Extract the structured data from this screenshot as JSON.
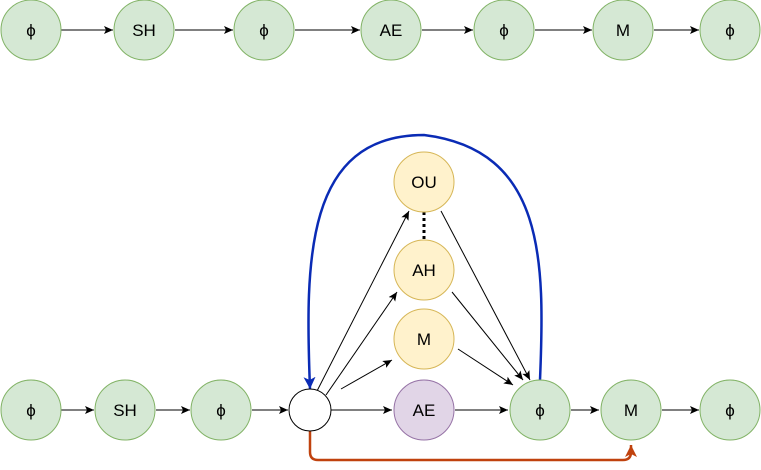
{
  "colors": {
    "green_fill": "#d5e8d4",
    "green_stroke": "#82b366",
    "yellow_fill": "#fff2cc",
    "yellow_stroke": "#d6b656",
    "purple_fill": "#e1d5e7",
    "purple_stroke": "#9673a6",
    "blank_fill": "#ffffff",
    "blank_stroke": "#000000",
    "edge": "#000000",
    "loop_edge": "#0a2bb5",
    "skip_edge": "#c0420e"
  },
  "top_chain": {
    "labels": [
      "ϕ",
      "SH",
      "ϕ",
      "AE",
      "ϕ",
      "M",
      "ϕ"
    ],
    "styles": [
      "green",
      "green",
      "green",
      "green",
      "green",
      "green",
      "green"
    ]
  },
  "bottom_graph": {
    "chain_labels": [
      "ϕ",
      "SH",
      "ϕ",
      "",
      "AE",
      "ϕ",
      "M",
      "ϕ"
    ],
    "chain_styles": [
      "green",
      "green",
      "green",
      "blank",
      "purple",
      "green",
      "green",
      "green"
    ],
    "branch_labels": [
      "OU",
      "AH",
      "M"
    ],
    "branch_styles": [
      "yellow",
      "yellow",
      "yellow"
    ]
  }
}
